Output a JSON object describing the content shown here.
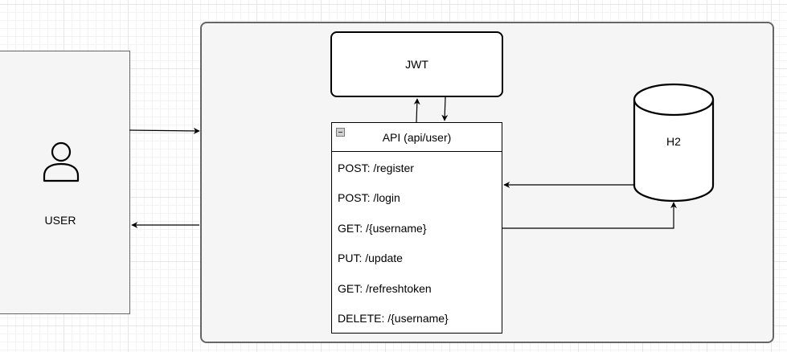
{
  "user": {
    "label": "USER",
    "icon": "user-icon"
  },
  "jwt": {
    "label": "JWT"
  },
  "api": {
    "title": "API (api/user)",
    "endpoints": [
      "POST: /register",
      "POST: /login",
      "GET: /{username}",
      "PUT: /update",
      "GET: /refreshtoken",
      "DELETE: /{username}"
    ]
  },
  "database": {
    "label": "H2",
    "icon": "cylinder-icon"
  },
  "colors": {
    "container_fill": "#f5f5f5",
    "border": "#666666",
    "stroke": "#000000"
  }
}
